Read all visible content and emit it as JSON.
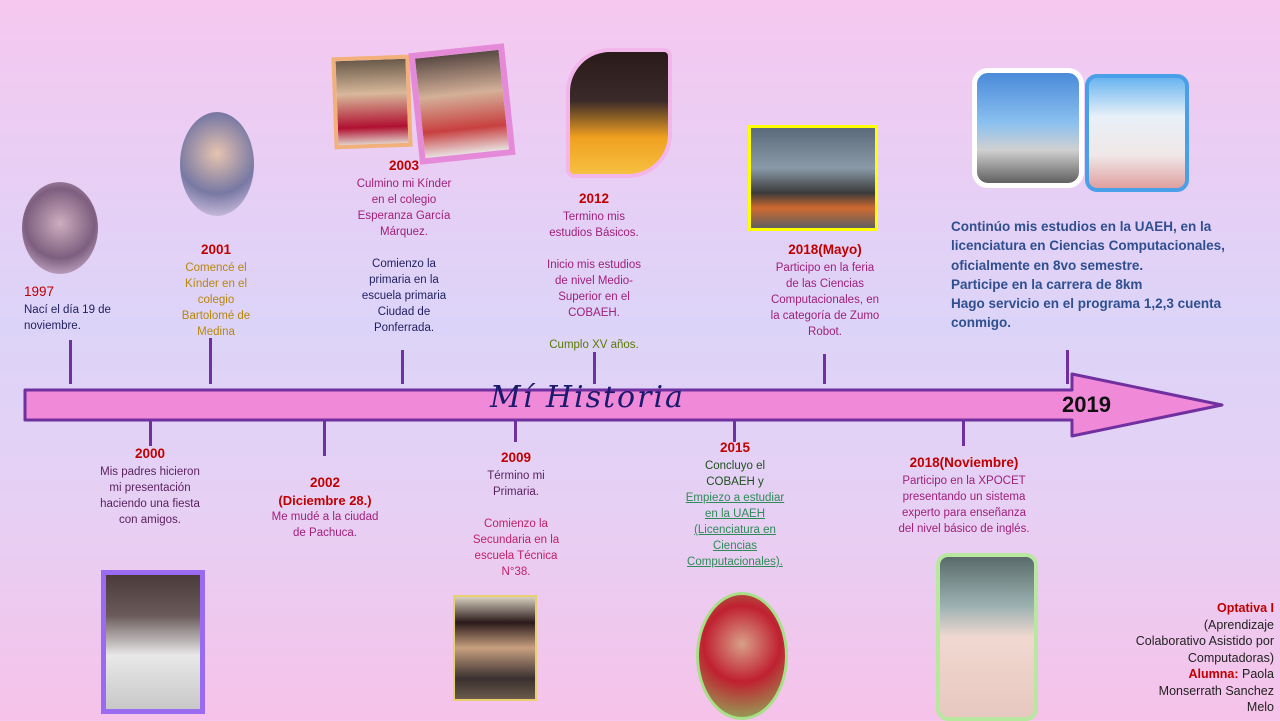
{
  "timeline": {
    "title": "Mí Historia",
    "end_year": "2019"
  },
  "events_top": [
    {
      "year": "1997",
      "text": "Nací el día 19 de noviembre.",
      "text_color": "#1f1f5f"
    },
    {
      "year": "2001",
      "text": "Comencé el Kínder en el colegio Bartolomé de Medina",
      "text_color": "#b8860b"
    },
    {
      "year": "2003",
      "text": "Culmino mi Kínder en el colegio Esperanza García Márquez.",
      "text2": "Comienzo la primaria en la escuela primaria Ciudad de Ponferrada.",
      "text_color": "#a0207a",
      "text2_color": "#1f1f5f"
    },
    {
      "year": "2012",
      "text": "Termino mis estudios Básicos.",
      "text2": "Inicio mis estudios de nivel Medio-Superior en el COBAEH.",
      "text3": "Cumplo XV años.",
      "text_color": "#a0207a",
      "text2_color": "#a0207a",
      "text3_color": "#5a7a00"
    },
    {
      "year": "2018(Mayo)",
      "text": "Participo en la feria de las Ciencias Computacionales, en la categoría de Zumo Robot.",
      "text_color": "#a0207a"
    },
    {
      "year": "",
      "text": "Continúo mis estudios en la UAEH, en la licenciatura en Ciencias Computacionales, oficialmente en 8vo semestre.\nParticipe en la carrera de 8km\nHago servicio en el programa 1,2,3 cuenta conmigo.",
      "text_color": "#2f4f8f"
    }
  ],
  "events_bottom": [
    {
      "year": "2000",
      "text": "Mis padres hicieron mi presentación haciendo una fiesta con amigos.",
      "text_color": "#5a1f5f"
    },
    {
      "year": "2002",
      "year_sub": "(Diciembre 28.)",
      "text": "Me mudé a la ciudad de Pachuca.",
      "text_color": "#a0207a"
    },
    {
      "year": "2009",
      "text": "Término mi Primaria.",
      "text2": "Comienzo la Secundaria en la escuela Técnica N°38.",
      "text_color": "#5a1f5f",
      "text2_color": "#c0206a"
    },
    {
      "year": "2015",
      "text": "Concluyo el COBAEH y",
      "text2": "Empiezo a estudiar en la UAEH (Licenciatura en Ciencias Computacionales).",
      "text_color": "#1f4f1f",
      "text2_color": "#2e8b57"
    },
    {
      "year": "2018(Noviembre)",
      "text": "Participo en la XPOCET presentando un sistema experto para enseñanza del nivel básico de inglés.",
      "text_color": "#a0207a"
    }
  ],
  "footer": {
    "course_label": "Optativa I",
    "course_desc": "(Aprendizaje Colaborativo Asistido por Computadoras)",
    "student_label": "Alumna:",
    "student_name": "Paola Monserrath Sanchez Melo"
  },
  "colors": {
    "arrow_fill": "#f08ad8",
    "arrow_stroke": "#7030a0",
    "title_color": "#1a1a6e",
    "tick_color": "#7030a0"
  }
}
